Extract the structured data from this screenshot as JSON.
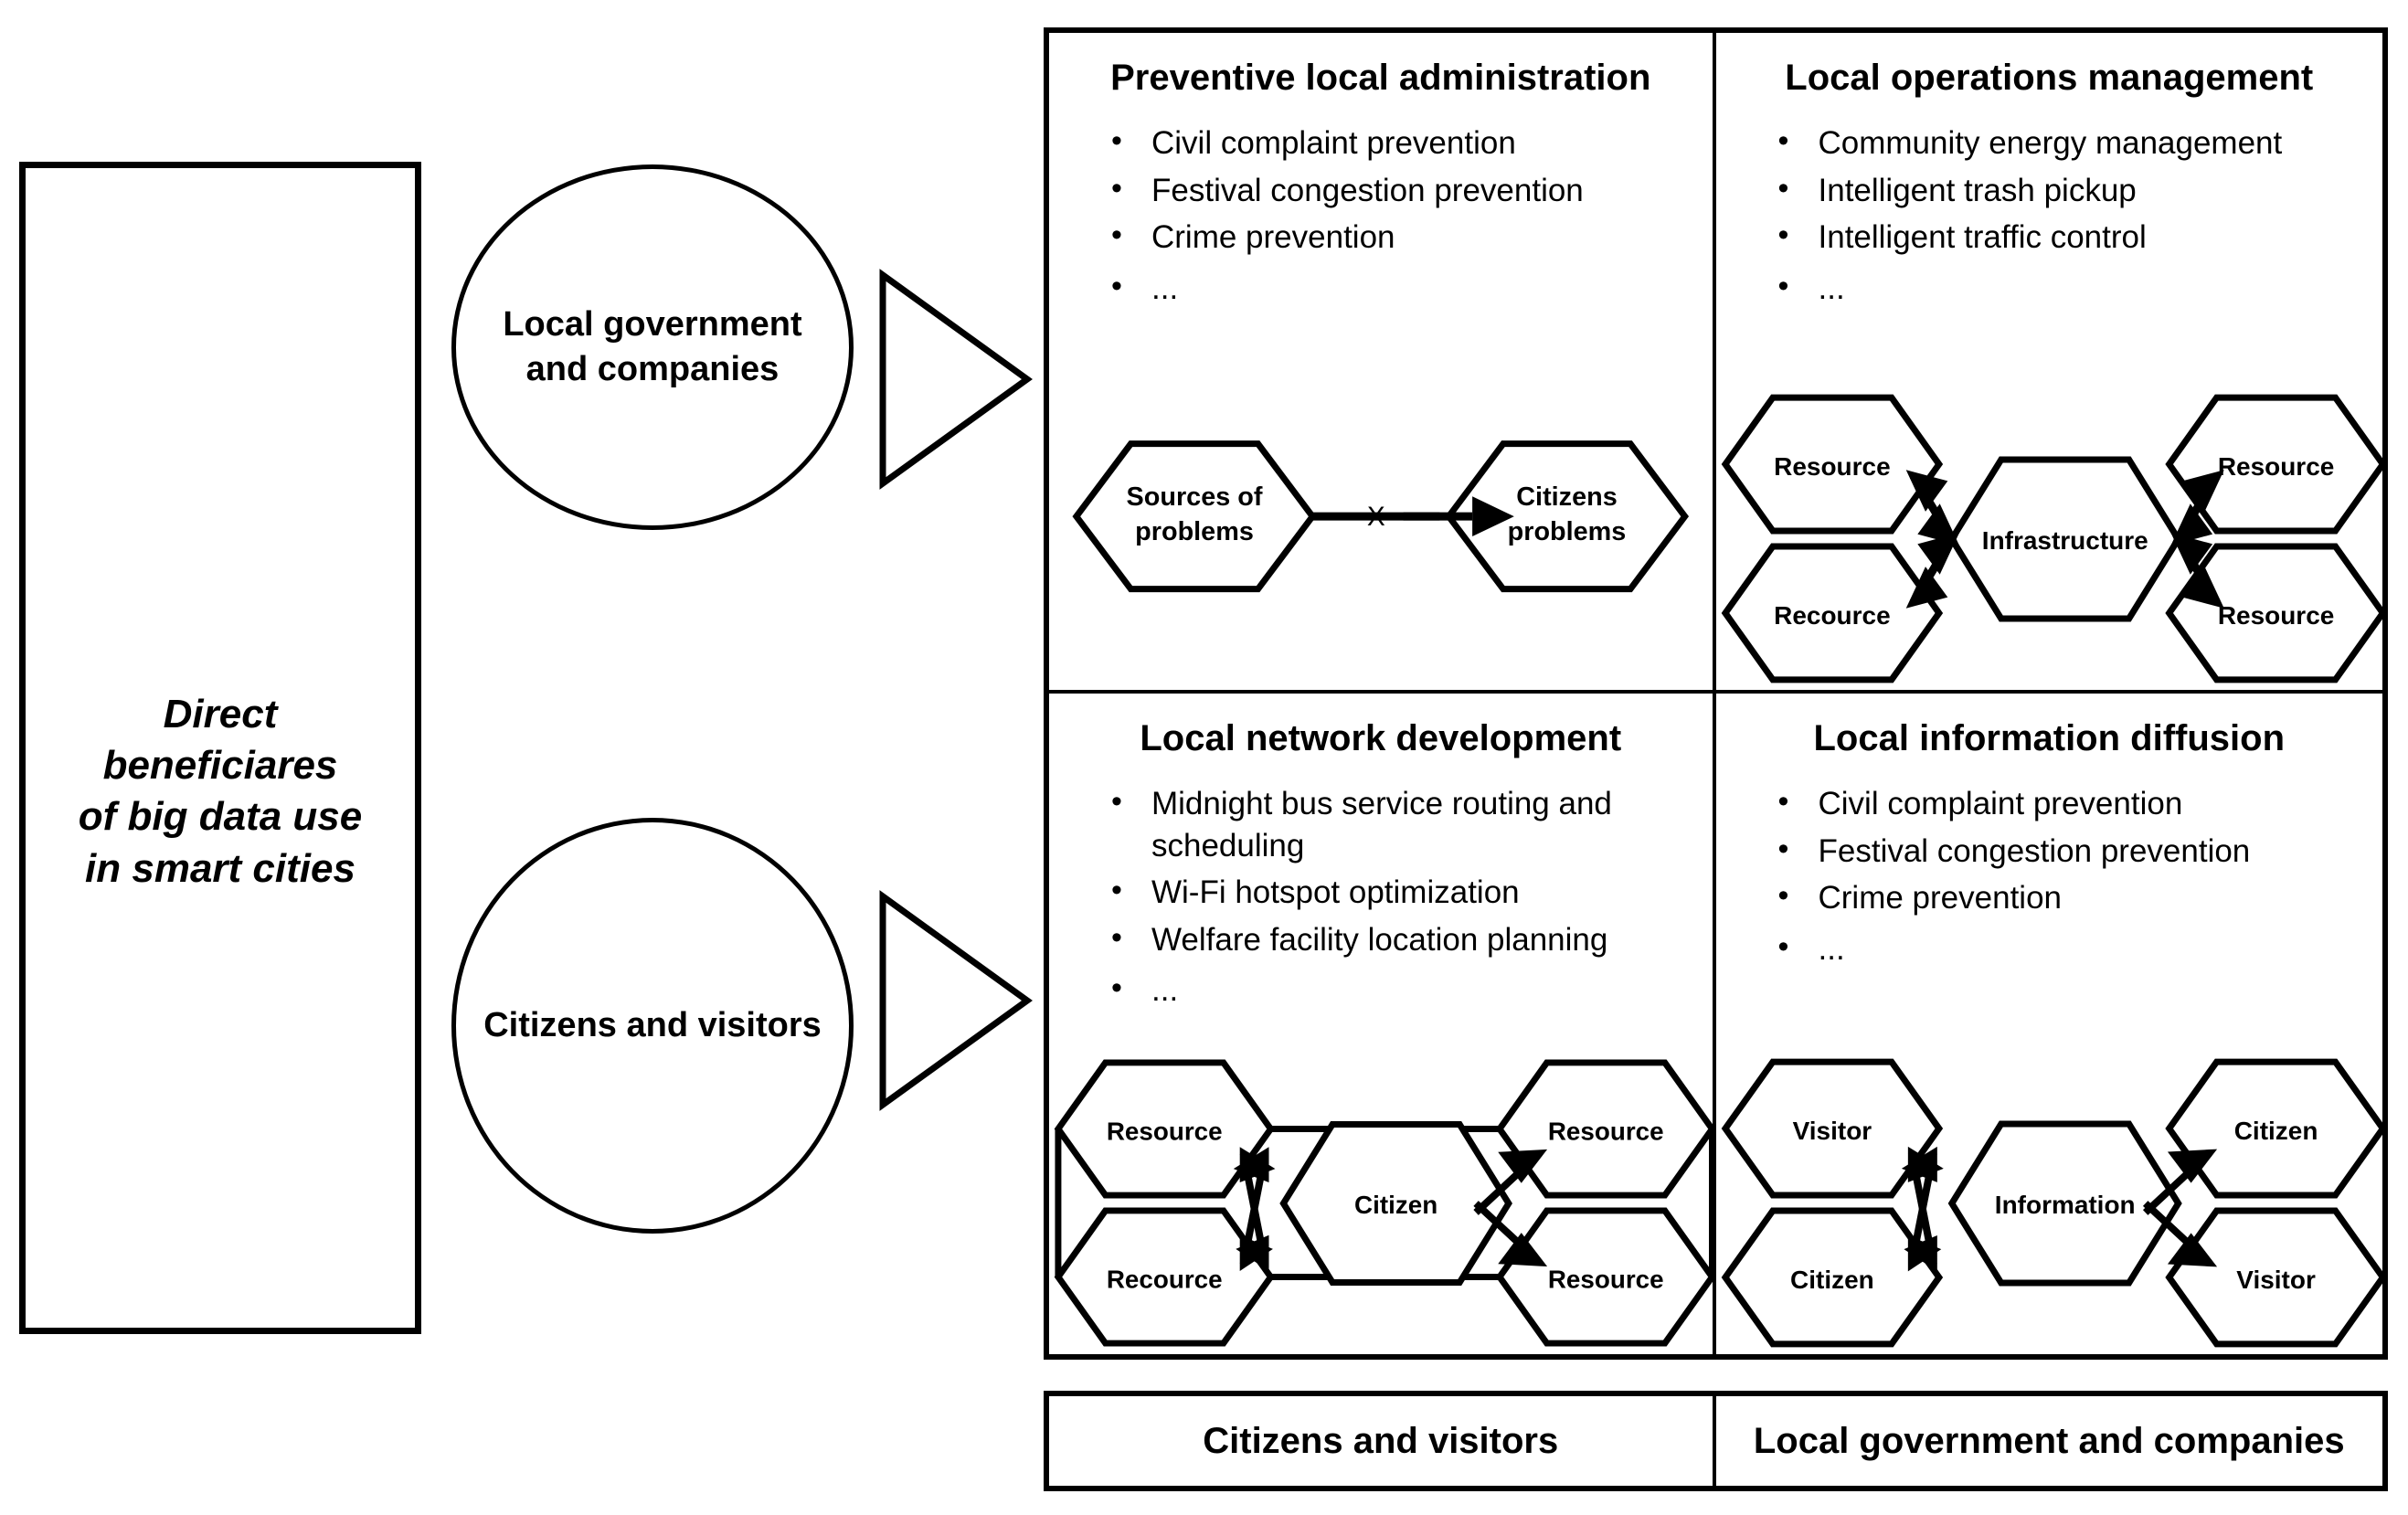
{
  "left_panel": {
    "label": "Direct\nbeneficiares\nof big data use\nin smart cities"
  },
  "actors": [
    {
      "id": "local-government-and-companies",
      "label": "Local government\nand companies"
    },
    {
      "id": "citizens-and-visitors",
      "label": "Citizens and visitors"
    }
  ],
  "quadrants": [
    {
      "id": "preventive-local-administration",
      "title": "Preventive local administration",
      "items": [
        "Civil complaint prevention",
        "Festival congestion prevention",
        "Crime prevention",
        "..."
      ],
      "diagram": {
        "type": "two-node-blocked-flow",
        "source": "Sources of\nproblems",
        "target": "Citizens\nproblems",
        "edge_marker": "X"
      }
    },
    {
      "id": "local-operations-management",
      "title": "Local operations management",
      "items": [
        "Community energy management",
        "Intelligent trash pickup",
        "Intelligent traffic control",
        "..."
      ],
      "diagram": {
        "type": "hub-and-spoke",
        "center": "Infrastructure",
        "top_left": "Resource",
        "bottom_left": "Recource",
        "top_right": "Resource",
        "bottom_right": "Resource"
      }
    },
    {
      "id": "local-network-development",
      "title": "Local network development",
      "items": [
        "Midnight bus service routing and scheduling",
        "Wi-Fi hotspot optimization",
        "Welfare facility location planning",
        "..."
      ],
      "diagram": {
        "type": "hub-and-spoke-networked",
        "center": "Citizen",
        "top_left": "Resource",
        "bottom_left": "Recource",
        "top_right": "Resource",
        "bottom_right": "Resource"
      }
    },
    {
      "id": "local-information-diffusion",
      "title": "Local information diffusion",
      "items": [
        "Civil complaint prevention",
        "Festival congestion prevention",
        "Crime prevention",
        "..."
      ],
      "diagram": {
        "type": "hub-and-spoke",
        "center": "Information",
        "top_left": "Visitor",
        "bottom_left": "Citizen",
        "top_right": "Citizen",
        "bottom_right": "Visitor"
      }
    }
  ],
  "footer": {
    "left_label": "Citizens and visitors",
    "right_label": "Local government and companies"
  },
  "colors": {
    "stroke": "#000000",
    "background": "#ffffff"
  }
}
